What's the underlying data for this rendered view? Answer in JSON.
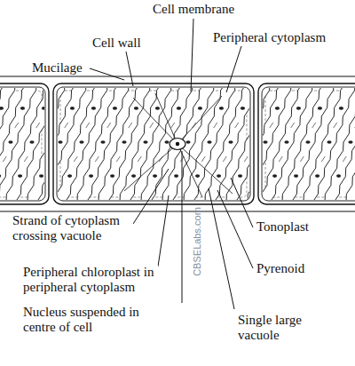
{
  "diagram": {
    "labels": [
      "Cell membrane",
      "Cell wall",
      "Mucilage",
      "Peripheral cytoplasm",
      "Strand of cytoplasm crossing vacuole",
      "Tonoplast",
      "Peripheral chloroplast in peripheral cytoplasm",
      "Pyrenoid",
      "Nucleus suspended in centre of cell",
      "Single large vacuole",
      "CBSELabs.com"
    ]
  }
}
